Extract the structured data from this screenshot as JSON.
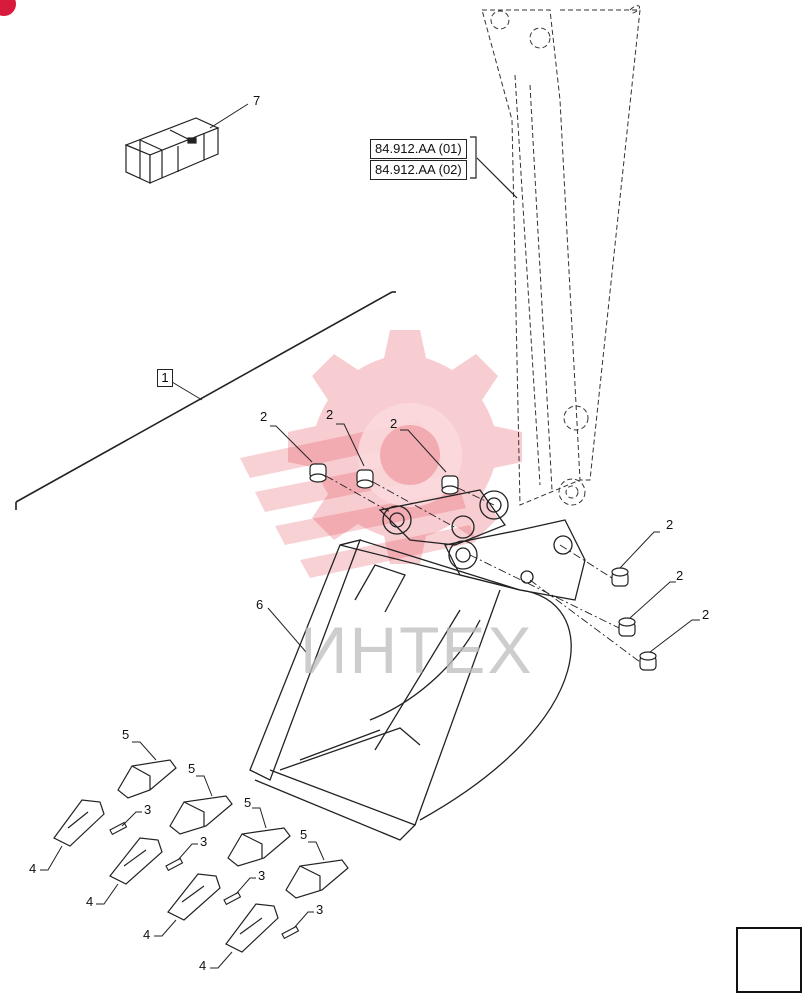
{
  "diagram": {
    "references": [
      "84.912.AA (01)",
      "84.912.AA (02)"
    ],
    "group_label": "1",
    "watermark_text": "ИНТЕХ",
    "accent_color": "#d81b3c",
    "callouts": {
      "seven": "7",
      "six": "6",
      "two_a": "2",
      "two_b": "2",
      "two_c": "2",
      "two_d": "2",
      "two_e": "2",
      "two_f": "2",
      "five_a": "5",
      "five_b": "5",
      "five_c": "5",
      "five_d": "5",
      "three_a": "3",
      "three_b": "3",
      "three_c": "3",
      "three_d": "3",
      "four_a": "4",
      "four_b": "4",
      "four_c": "4",
      "four_d": "4"
    },
    "nav_icon": "next-page-arrow-icon"
  }
}
